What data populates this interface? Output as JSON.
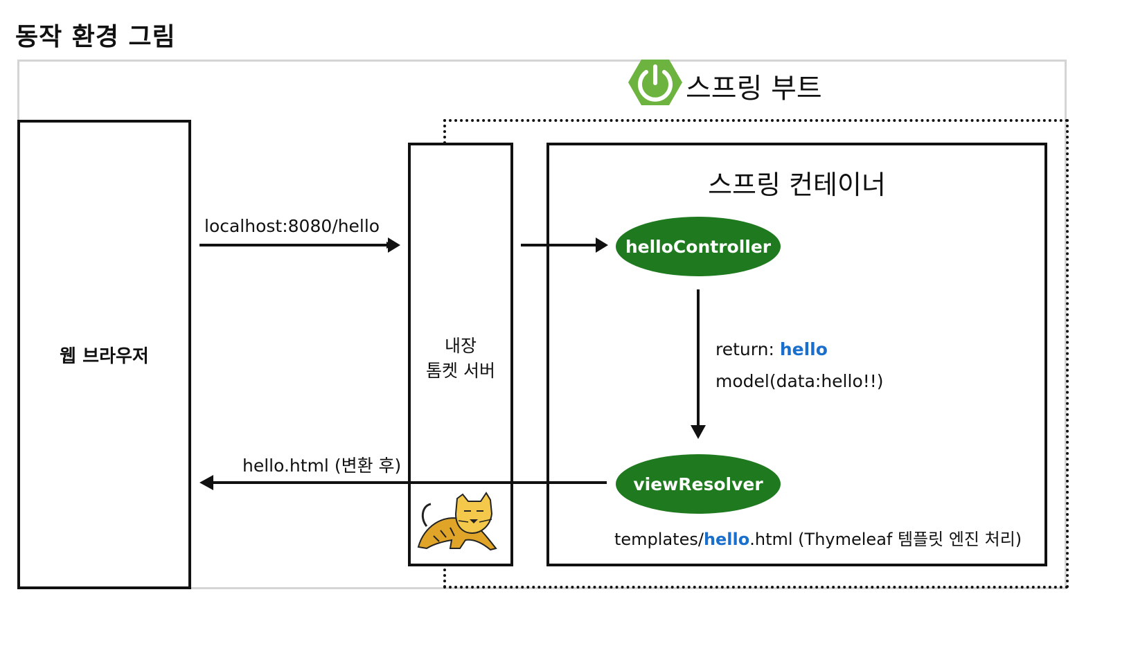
{
  "heading": "동작 환경 그림",
  "spring_boot": {
    "title": "스프링 부트",
    "logo_icon": "spring-power-icon",
    "logo_color": "#6db33f"
  },
  "browser": {
    "label": "웹 브라우저"
  },
  "tomcat": {
    "line1": "내장",
    "line2": "톰켓 서버",
    "mascot_icon": "tomcat-cat-icon"
  },
  "container": {
    "title": "스프링 컨테이너"
  },
  "request": {
    "url": "localhost:8080/hello"
  },
  "response": {
    "label": "hello.html (변환 후)"
  },
  "controller": {
    "name": "helloController",
    "return_prefix": "return: ",
    "return_value": "hello",
    "model": "model(data:hello!!)"
  },
  "view_resolver": {
    "name": "viewResolver",
    "template_prefix": "templates/",
    "template_name": "hello",
    "template_suffix": ".html (Thymeleaf 템플릿 엔진 처리)"
  },
  "colors": {
    "node_green": "#1f7a1f",
    "highlight_blue": "#1a6fcc"
  }
}
